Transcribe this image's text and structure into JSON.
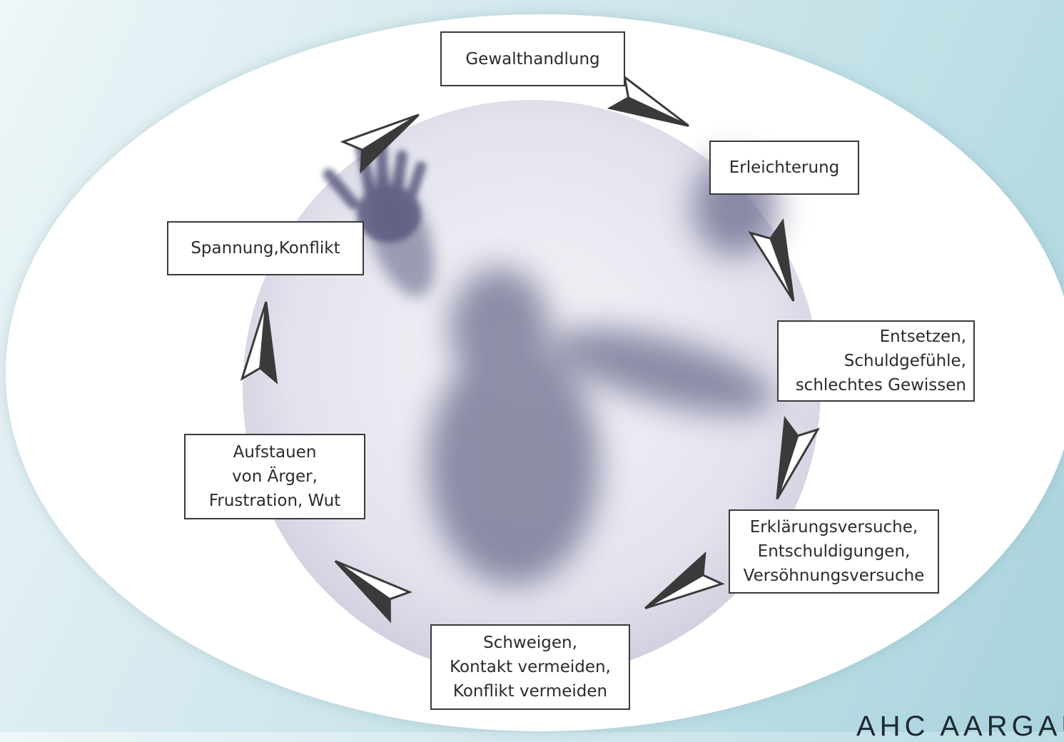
{
  "diagram": {
    "nodes": [
      {
        "id": "gewalthandlung",
        "label": "Gewalthandlung"
      },
      {
        "id": "erleichterung",
        "label": "Erleichterung"
      },
      {
        "id": "entsetzen",
        "label": "Entsetzen,\nSchuldgefühle,\nschlechtes Gewissen"
      },
      {
        "id": "erklaerungsversuche",
        "label": "Erklärungsversuche,\nEntschuldigungen,\nVersöhnungsversuche"
      },
      {
        "id": "schweigen",
        "label": "Schweigen,\nKontakt vermeiden,\nKonflikt vermeiden"
      },
      {
        "id": "aufstauen",
        "label": "Aufstauen\nvon Ärger,\nFrustration, Wut"
      },
      {
        "id": "spannung",
        "label": "Spannung,Konflikt"
      }
    ],
    "cycle_direction": "clockwise"
  },
  "watermark": "AHC AARGAU",
  "colors": {
    "background": "#bfdfe6",
    "ellipse": "#ffffff",
    "box_border": "#3a3a3a",
    "arrow_fill": "#3a3a3a",
    "figure_shade": "#6c6c8e"
  }
}
